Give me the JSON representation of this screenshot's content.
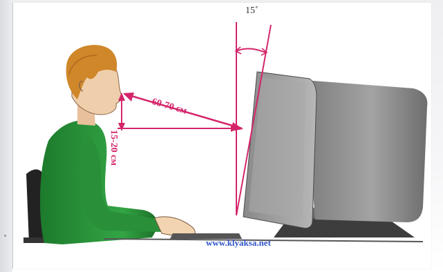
{
  "diagram": {
    "angle_label": "15˚",
    "distance_label": "60-70 см",
    "height_label": "15-20 см",
    "website_label": "www.klyaksa.net",
    "colors": {
      "accent_pink": "#d4256a",
      "shirt_green": "#2f9a3c",
      "hair_orange": "#d48a2d",
      "monitor_gray": "#8f8f8f",
      "link_blue": "#2f55c8"
    }
  }
}
